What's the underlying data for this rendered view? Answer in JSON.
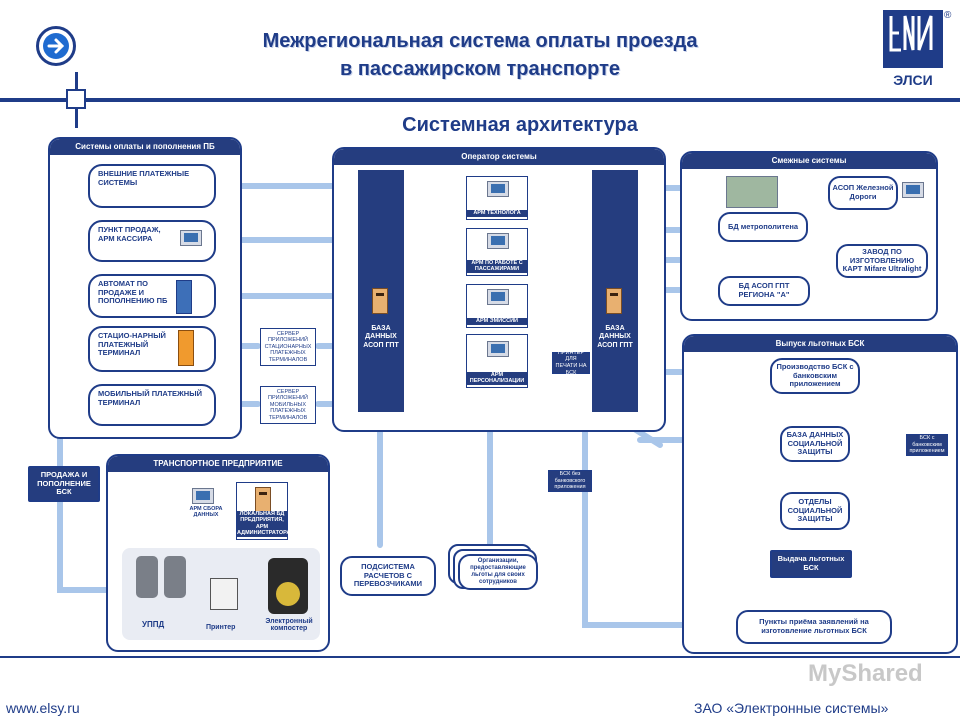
{
  "header": {
    "title_line1": "Межрегиональная система оплаты проезда",
    "title_line2": "в пассажирском транспорте",
    "subtitle": "Системная архитектура",
    "logo_text": "ЭЛСИ",
    "logo_mark": "®"
  },
  "left_panel": {
    "title": "Системы оплаты и пополнения ПБ",
    "items": [
      "ВНЕШНИЕ ПЛАТЕЖНЫЕ СИСТЕМЫ",
      "ПУНКТ ПРОДАЖ, АРМ КАССИРА",
      "АВТОМАТ ПО ПРОДАЖЕ И ПОПОЛНЕНИЮ ПБ",
      "СТАЦИО-НАРНЫЙ ПЛАТЕЖНЫЙ ТЕРМИНАЛ",
      "МОБИЛЬНЫЙ ПЛАТЕЖНЫЙ ТЕРМИНАЛ"
    ],
    "server1": "СЕРВЕР ПРИЛОЖЕНИЙ СТАЦИОНАРНЫХ ПЛАТЕЖНЫХ ТЕРМИНАЛОВ",
    "server2": "СЕРВЕР ПРИЛОЖЕНИЙ МОБИЛЬНЫХ ПЛАТЕЖНЫХ ТЕРМИНАЛОВ"
  },
  "operator": {
    "title": "Оператор системы",
    "db_left": "БАЗА ДАННЫХ АСОП ГПТ",
    "db_right": "БАЗА ДАННЫХ АСОП ГПТ",
    "arms": [
      "АРМ ТЕХНОЛОГА",
      "АРМ ПО РАБОТЕ С ПАССАЖИРАМИ",
      "АРМ ЭМИССИИ",
      "АРМ ПЕРСОНАЛИЗАЦИИ"
    ],
    "printer_tag": "ПРИНТЕР ДЛЯ ПЕЧАТИ НА БСК"
  },
  "adjacent": {
    "title": "Смежные системы",
    "items": [
      "АСОП Железной Дороги",
      "БД метрополитена",
      "ЗАВОД ПО ИЗГОТОВЛЕНИЮ КАРТ Mifare Ultralight",
      "БД АСОП ГПТ РЕГИОНА \"А\""
    ]
  },
  "benefit": {
    "title": "Выпуск льготных БСК",
    "items": [
      "Производство БСК с банковским приложением",
      "БАЗА ДАННЫХ СОЦИАЛЬНОЙ ЗАЩИТЫ",
      "ОТДЕЛЫ СОЦИАЛЬНОЙ ЗАЩИТЫ",
      "Выдача льготных БСК",
      "Пункты приёма заявлений на изготовление льготных БСК"
    ],
    "bank_tag": "БСК с банковским приложением",
    "nobank_tag": "БСК без банковского приложения"
  },
  "transport": {
    "title": "ТРАНСПОРТНОЕ ПРЕДПРИЯТИЕ",
    "arm_sbor": "АРМ СБОРА ДАННЫХ",
    "local_db": "ЛОКАЛЬНАЯ БД ПРЕДПРИЯТИЯ, АРМ АДМИНИСТРАТОРА",
    "uppd": "УППД",
    "printer": "Принтер",
    "composter": "Электронный компостер"
  },
  "sale": "ПРОДАЖА И ПОПОЛНЕНИЕ БСК",
  "settlement": "ПОДСИСТЕМА РАСЧЕТОВ С ПЕРЕВОЗЧИКАМИ",
  "orgs": "Организации, предоставляющие льготы для своих сотрудников",
  "footer": {
    "url": "www.elsy.ru",
    "company": "ЗАО «Электронные системы»",
    "watermark": "MyShared"
  }
}
